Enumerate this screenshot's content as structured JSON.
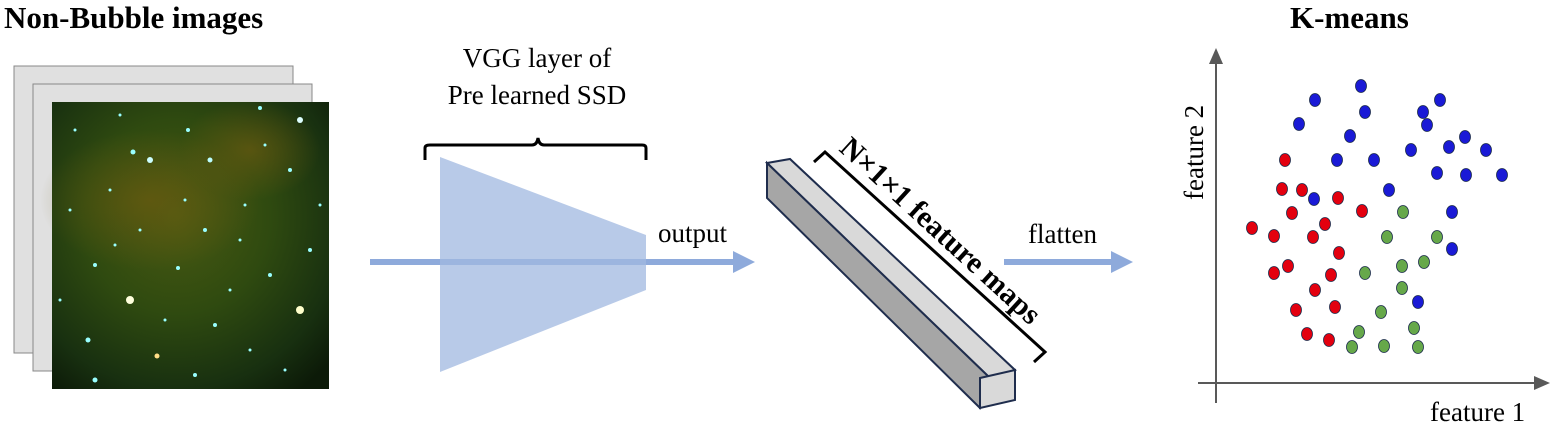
{
  "titles": {
    "left": "Non-Bubble images",
    "right": "K-means"
  },
  "vgg_label": {
    "line1": "VGG layer of",
    "line2": "Pre learned SSD"
  },
  "output_label": "output",
  "feature_map_label": "N×1×1 feature maps",
  "flatten_label": "flatten",
  "scatter": {
    "xlabel": "feature 1",
    "ylabel": "feature 2",
    "colors": {
      "red": "#e3000f",
      "blue": "#1a1ad6",
      "green": "#66a84a"
    }
  },
  "colors": {
    "arrow": "#8eaadb",
    "trapezoid": "#b4c7e7",
    "bar_top": "#d9d9d9",
    "bar_side": "#a6a6a6",
    "bar_edge": "#1f2d4d"
  }
}
